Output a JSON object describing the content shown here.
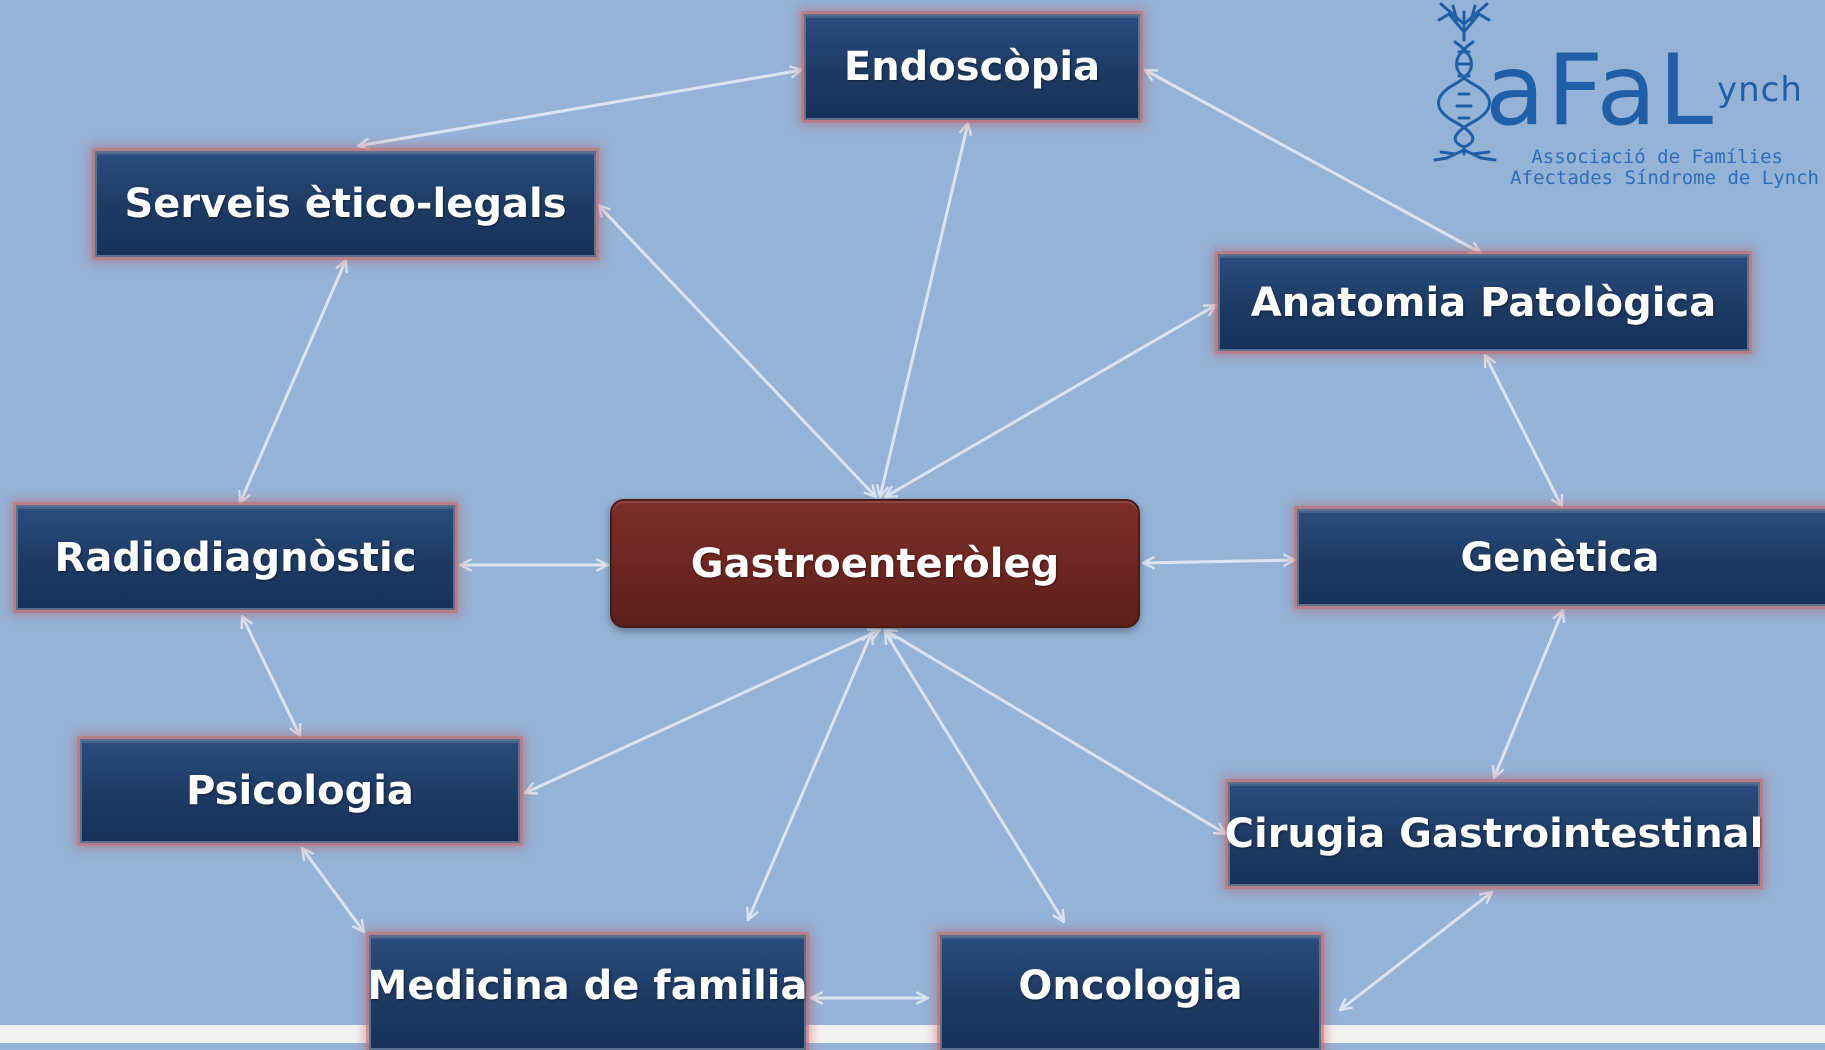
{
  "diagram": {
    "center": {
      "label": "Gastroenteròleg"
    },
    "nodes": [
      {
        "id": "endoscopia",
        "label": "Endoscòpia"
      },
      {
        "id": "serveis",
        "label": "Serveis ètico-legals"
      },
      {
        "id": "anatomia",
        "label": "Anatomia Patològica"
      },
      {
        "id": "radiodiagnostic",
        "label": "Radiodiagnòstic"
      },
      {
        "id": "genetica",
        "label": "Genètica"
      },
      {
        "id": "psicologia",
        "label": "Psicologia"
      },
      {
        "id": "cirugia",
        "label": "Cirugia Gastrointestinal"
      },
      {
        "id": "medicina",
        "label": "Medicina de familia"
      },
      {
        "id": "oncologia",
        "label": "Oncologia"
      }
    ],
    "edges": [
      [
        "center",
        "endoscopia"
      ],
      [
        "center",
        "serveis"
      ],
      [
        "center",
        "anatomia"
      ],
      [
        "center",
        "radiodiagnostic"
      ],
      [
        "center",
        "genetica"
      ],
      [
        "center",
        "psicologia"
      ],
      [
        "center",
        "cirugia"
      ],
      [
        "center",
        "medicina"
      ],
      [
        "center",
        "oncologia"
      ],
      [
        "serveis",
        "endoscopia"
      ],
      [
        "endoscopia",
        "anatomia"
      ],
      [
        "serveis",
        "radiodiagnostic"
      ],
      [
        "anatomia",
        "genetica"
      ],
      [
        "radiodiagnostic",
        "psicologia"
      ],
      [
        "genetica",
        "cirugia"
      ],
      [
        "psicologia",
        "medicina"
      ],
      [
        "medicina",
        "oncologia"
      ],
      [
        "oncologia",
        "cirugia"
      ]
    ]
  },
  "logo": {
    "name": "aFaL",
    "suffix": "ynch",
    "tagline_1": "Associació de Famílies",
    "tagline_2": "Afectades Síndrome de Lynch",
    "icon": "dna-tree-icon"
  },
  "colors": {
    "background": "#95b3d7",
    "node_fill": "#1f3d69",
    "center_fill": "#6b2520",
    "arrow": "#dbe4f1",
    "logo": "#1f5fa8"
  }
}
